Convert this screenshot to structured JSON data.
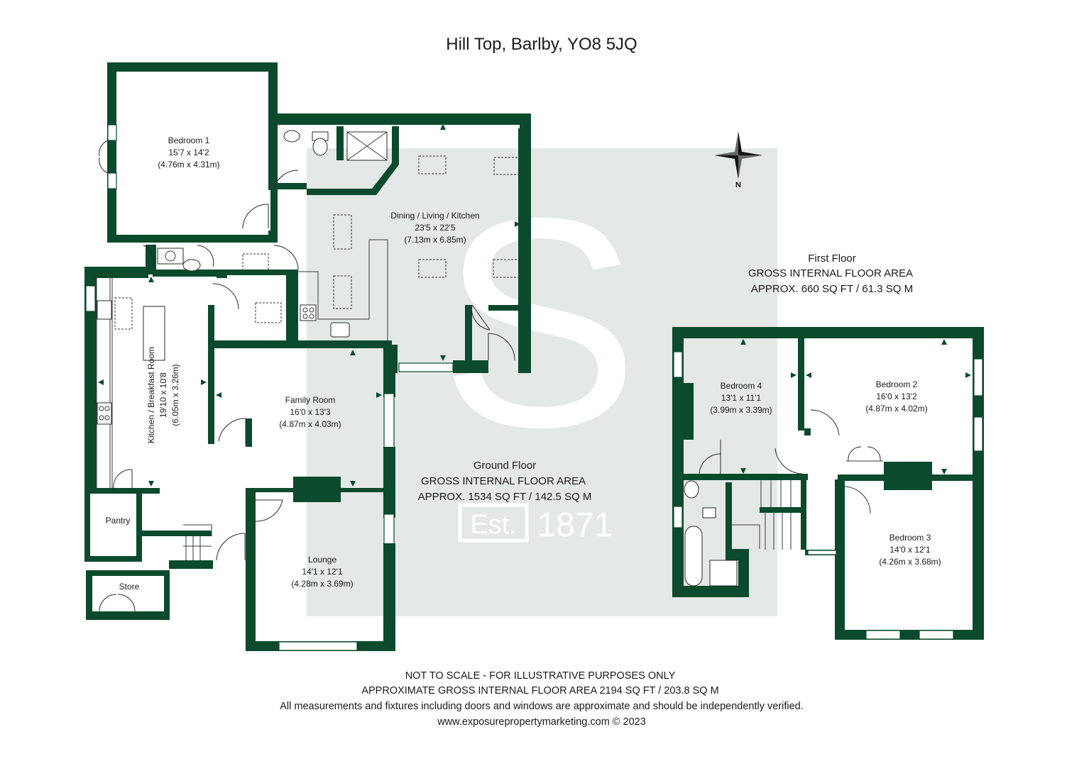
{
  "title": "Hill Top, Barlby, YO8 5JQ",
  "watermark": {
    "est": "Est.",
    "year": "1871",
    "letter": "S"
  },
  "compass": {
    "north": "N"
  },
  "ground_floor": {
    "label": "Ground Floor",
    "area_heading": "GROSS INTERNAL FLOOR AREA",
    "area_value": "APPROX. 1534 SQ FT / 142.5 SQ M",
    "rooms": [
      {
        "name": "Bedroom 1",
        "imperial": "15'7 x 14'2",
        "metric": "(4.76m x 4.31m)"
      },
      {
        "name": "Dining / Living / Kitchen",
        "imperial": "23'5 x 22'5",
        "metric": "(7.13m x 6.85m)"
      },
      {
        "name": "Kitchen / Breakfast Room",
        "imperial": "19'10 x 10'8",
        "metric": "(6.05m x 3.26m)"
      },
      {
        "name": "Family Room",
        "imperial": "16'0 x 13'3",
        "metric": "(4.87m x 4.03m)"
      },
      {
        "name": "Lounge",
        "imperial": "14'1 x 12'1",
        "metric": "(4.28m x 3.69m)"
      },
      {
        "name": "Pantry"
      },
      {
        "name": "Store"
      }
    ]
  },
  "first_floor": {
    "label": "First Floor",
    "area_heading": "GROSS INTERNAL FLOOR AREA",
    "area_value": "APPROX. 660 SQ FT / 61.3 SQ M",
    "rooms": [
      {
        "name": "Bedroom 4",
        "imperial": "13'1 x 11'1",
        "metric": "(3.99m x 3.39m)"
      },
      {
        "name": "Bedroom 2",
        "imperial": "16'0 x 13'2",
        "metric": "(4.87m x 4.02m)"
      },
      {
        "name": "Bedroom 3",
        "imperial": "14'0 x 12'1",
        "metric": "(4.26m x 3.68m)"
      }
    ]
  },
  "footer": {
    "line1": "NOT TO SCALE - FOR ILLUSTRATIVE PURPOSES ONLY",
    "line2": "APPROXIMATE GROSS INTERNAL FLOOR AREA 2194 SQ FT / 203.8 SQ M",
    "line3": "All measurements and fixtures including doors and windows are approximate and should be independently verified.",
    "line4": "www.exposurepropertymarketing.com © 2023"
  },
  "colors": {
    "wall": "#0b4a2c",
    "watermark_bg": "#e4e8e6",
    "watermark_fg": "#ffffff"
  }
}
